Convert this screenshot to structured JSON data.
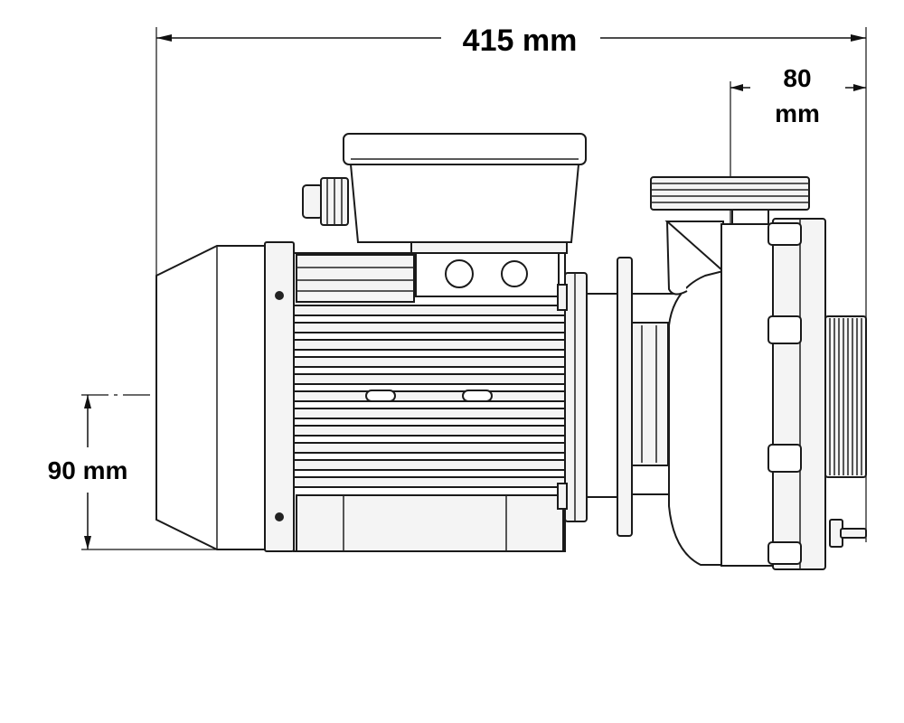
{
  "dimensions": {
    "overall_length": "415 mm",
    "outlet_width_value": "80",
    "outlet_width_unit": "mm",
    "shaft_height": "90 mm"
  }
}
